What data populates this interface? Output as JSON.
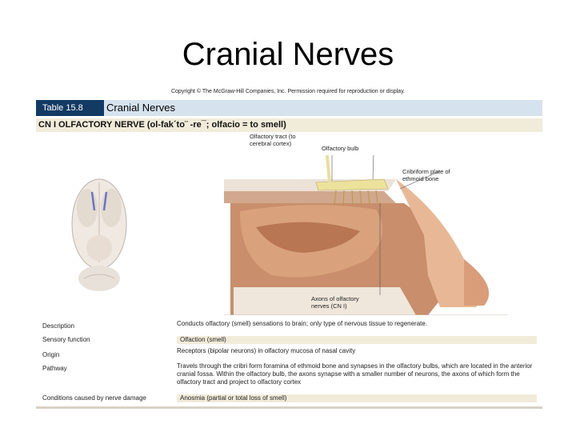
{
  "slide": {
    "title": "Cranial Nerves",
    "copyright": "Copyright © The McGraw-Hill Companies, Inc. Permission required for reproduction or display."
  },
  "table": {
    "number": "Table 15.8",
    "name": "Cranial Nerves",
    "heading": "CN I OLFACTORY NERVE (ol-fak´to¨ -re¯; olfacio = to smell)"
  },
  "figure_labels": {
    "olfactory_tract": "Olfactory tract (to cerebral cortex)",
    "olfactory_bulb": "Olfactory bulb",
    "cribriform_plate": "Cribriform plate of ethmoid bone",
    "axons": "Axons of olfactory nerves (CN I)"
  },
  "rows": [
    {
      "label": "Description",
      "value": "Conducts olfactory (smell) sensations to brain; only type of nervous tissue to regenerate."
    },
    {
      "label": "Sensory function",
      "value": "Olfaction (smell)"
    },
    {
      "label": "Origin",
      "value": "Receptors (bipolar neurons) in olfactory mucosa of nasal cavity"
    },
    {
      "label": "Pathway",
      "value": "Travels through the cribri form foramina of ethmoid bone and synapses in the olfactory bulbs, which are located in the anterior cranial fossa. Within the olfactory bulb, the axons synapse with a smaller number of neurons, the axons of which form the olfactory tract and project to olfactory cortex"
    },
    {
      "label": "Conditions caused by nerve damage",
      "value": "Anosmia (partial or total loss of smell)"
    }
  ],
  "colors": {
    "header_dark": "#123a63",
    "header_light": "#d6e3ef",
    "heading_band": "#f1ebda"
  }
}
